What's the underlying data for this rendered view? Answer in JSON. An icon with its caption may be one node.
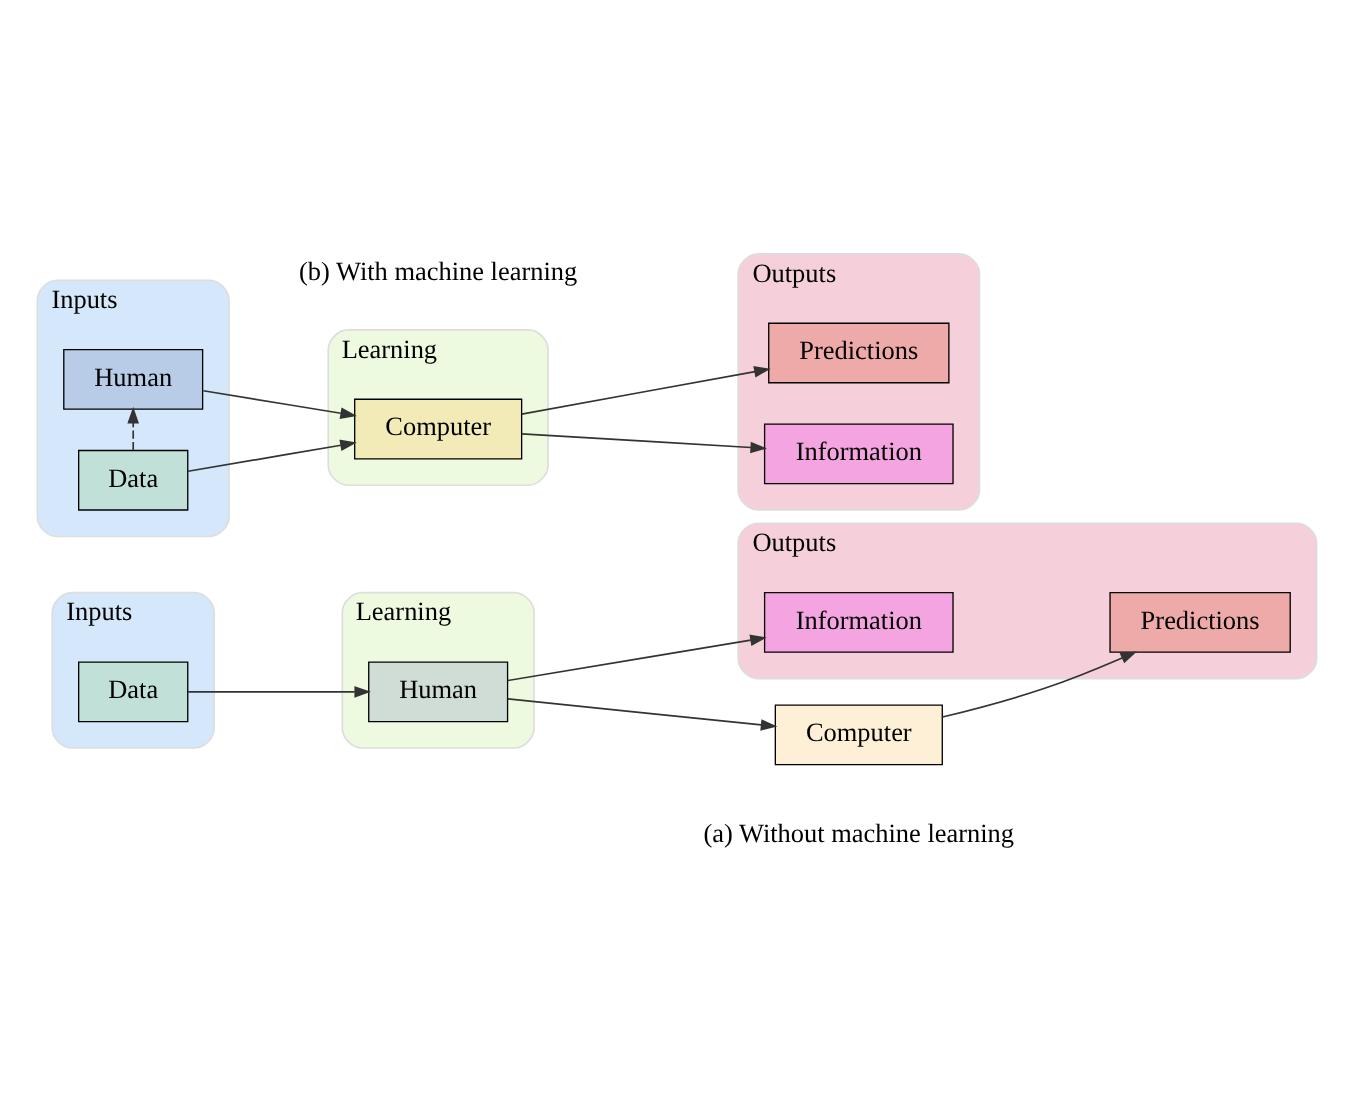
{
  "diagram": {
    "nodes": [
      {
        "text": [
          "Inputs"
        ]
      },
      {
        "text": [
          "Learning"
        ]
      },
      {
        "text": [
          "Outputs"
        ]
      },
      {
        "text": [
          "Data"
        ],
        "in": 0
      },
      {
        "text": [
          "Human"
        ],
        "in": 1
      },
      {
        "text": [
          "Computer"
        ]
      },
      {
        "text": [
          "Predictions"
        ],
        "in": 2
      },
      {
        "text": [
          "Information"
        ],
        "in": 2
      },
      {
        "text": [
          "Inputs"
        ]
      },
      {
        "text": [
          "Learning"
        ]
      },
      {
        "text": [
          "Outputs"
        ]
      },
      {
        "text": [
          "Data"
        ],
        "in": 8
      },
      {
        "text": [
          "Human"
        ],
        "in": 8
      },
      {
        "text": [
          "Computer"
        ],
        "in": 9
      },
      {
        "text": [
          "Predictions"
        ],
        "in": 10
      },
      {
        "text": [
          "Information"
        ],
        "in": 10
      }
    ],
    "edges": [
      {
        "from": 3,
        "to": 4,
        "arrow": "to"
      },
      {
        "from": 4,
        "to": 5,
        "arrow": "to"
      },
      {
        "from": 5,
        "to": 6,
        "arrow": "to"
      },
      {
        "from": 4,
        "to": 7,
        "arrow": "to"
      },
      {
        "from": 11,
        "to": 12,
        "arrow": "to",
        "style": "dashed"
      },
      {
        "from": 11,
        "to": 13,
        "arrow": "to"
      },
      {
        "from": 12,
        "to": 13,
        "arrow": "to"
      },
      {
        "from": 13,
        "to": 14,
        "arrow": "to"
      },
      {
        "from": 13,
        "to": 15,
        "arrow": "to"
      }
    ],
    "labels": [
      "(a) Without machine learning",
      "(b) With machine learning"
    ]
  }
}
